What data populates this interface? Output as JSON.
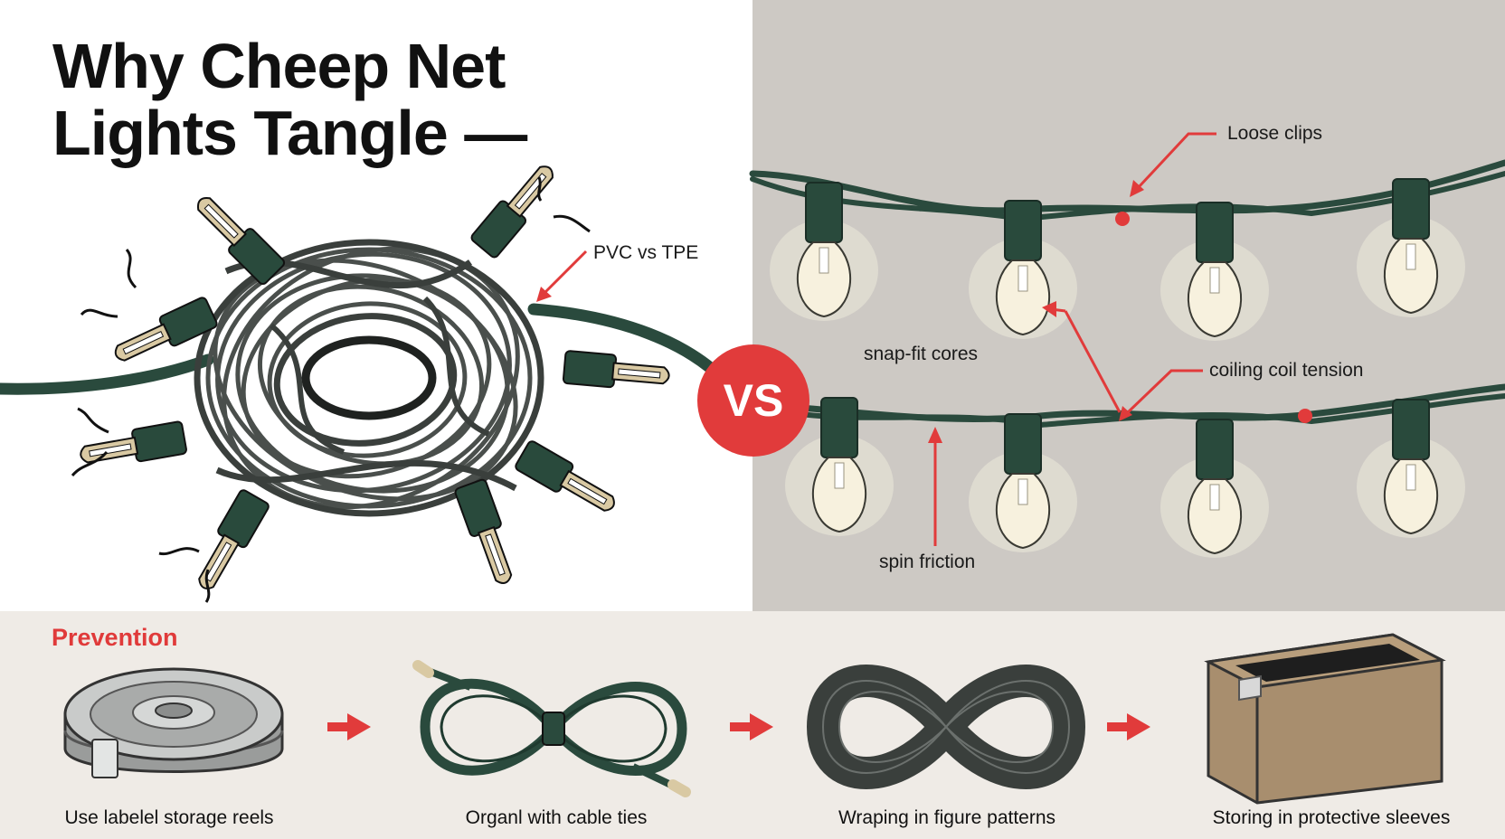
{
  "title": "Why Cheep Net Lights Tangle —",
  "vs_label": "VS",
  "left": {
    "annotation": "PVC vs TPE"
  },
  "right": {
    "annotations": {
      "loose_clips": "Loose clips",
      "snap_fit": "snap-fit cores",
      "coil_tension": "coiling coil tension",
      "spin_friction": "spin friction"
    }
  },
  "prevention": {
    "heading": "Prevention",
    "steps": [
      {
        "label": "Use labelel storage reels",
        "icon": "storage-reel-icon"
      },
      {
        "label": "Organl with cable ties",
        "icon": "cable-tie-bundle-icon"
      },
      {
        "label": "Wraping in figure patterns",
        "icon": "figure-eight-coil-icon"
      },
      {
        "label": "Storing in protective sleeves",
        "icon": "storage-box-icon"
      }
    ]
  },
  "colors": {
    "accent_red": "#e13b3b",
    "wire_green": "#2a4a3d",
    "coil_gray": "#4a4f4c",
    "bulb_cream": "#f7f1de",
    "right_bg": "#cdc9c4",
    "bottom_bg": "#efebe6"
  }
}
